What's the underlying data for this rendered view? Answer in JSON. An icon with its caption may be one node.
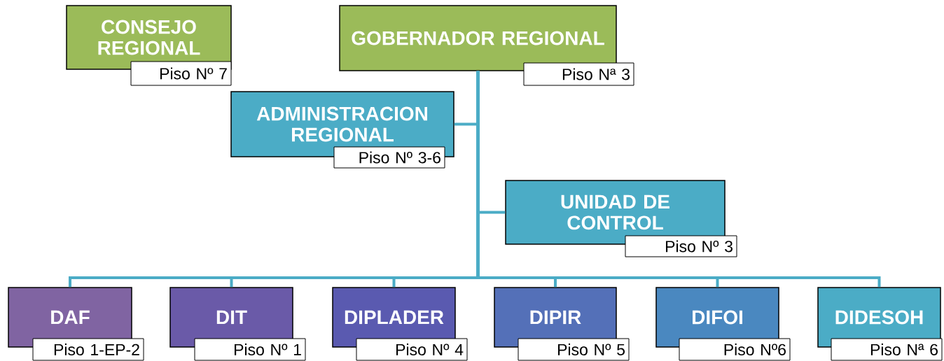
{
  "diagram": {
    "nodes": [
      {
        "text": [
          "CONSEJO REGIONAL",
          "Piso Nº 7"
        ]
      },
      {
        "text": [
          "GOBERNADOR REGIONAL",
          "Piso Nª 3"
        ]
      },
      {
        "text": [
          "ADMINISTRACION REGIONAL",
          "Piso Nº 3-6"
        ]
      },
      {
        "text": [
          "UNIDAD DE CONTROL",
          "Piso Nº 3"
        ]
      },
      {
        "text": [
          "DAF",
          "Piso 1-EP-2"
        ]
      },
      {
        "text": [
          "DIT",
          "Piso Nº 1"
        ]
      },
      {
        "text": [
          "DIPLADER",
          "Piso Nº 4"
        ]
      },
      {
        "text": [
          "DIPIR",
          "Piso Nº 5"
        ]
      },
      {
        "text": [
          "DIFOI",
          "Piso Nº6"
        ]
      },
      {
        "text": [
          "DIDESOH",
          "Piso Nª 6"
        ]
      }
    ],
    "edges": [
      {
        "from": 1,
        "to": 2,
        "arrow": "none"
      },
      {
        "from": 1,
        "to": 3,
        "arrow": "none"
      },
      {
        "from": 1,
        "to": 4,
        "arrow": "none"
      },
      {
        "from": 1,
        "to": 5,
        "arrow": "none"
      },
      {
        "from": 1,
        "to": 6,
        "arrow": "none"
      },
      {
        "from": 1,
        "to": 7,
        "arrow": "none"
      },
      {
        "from": 1,
        "to": 8,
        "arrow": "none"
      },
      {
        "from": 1,
        "to": 9,
        "arrow": "none"
      }
    ]
  }
}
